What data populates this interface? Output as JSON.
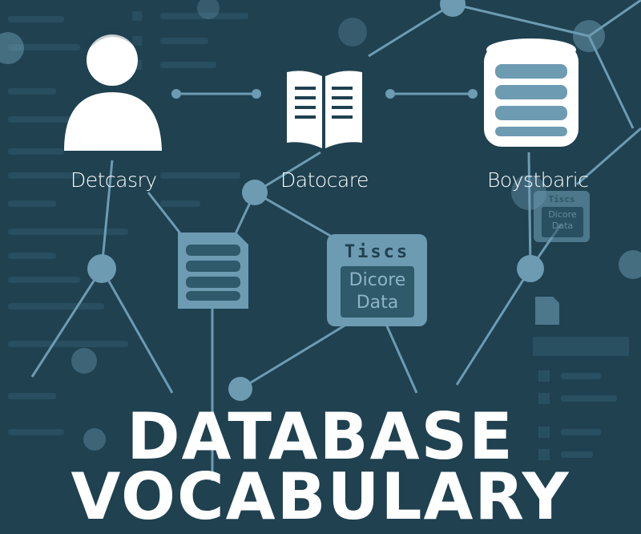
{
  "nodes": [
    {
      "label": "Detcasry",
      "icon": "user-icon"
    },
    {
      "label": "Datocare",
      "icon": "book-icon"
    },
    {
      "label": "Boystbaric",
      "icon": "database-icon"
    }
  ],
  "center_card": {
    "header": "Tiscs",
    "body_line1": "Dicore",
    "body_line2": "Data"
  },
  "small_card": {
    "header": "Tiscs",
    "body_line1": "Dicore",
    "body_line2": "Data"
  },
  "title": {
    "line1": "DATABASE",
    "line2": "VOCABULARY"
  },
  "colors": {
    "background": "#1f4150",
    "accent": "#6d9bb2",
    "foreground": "#ffffff"
  }
}
